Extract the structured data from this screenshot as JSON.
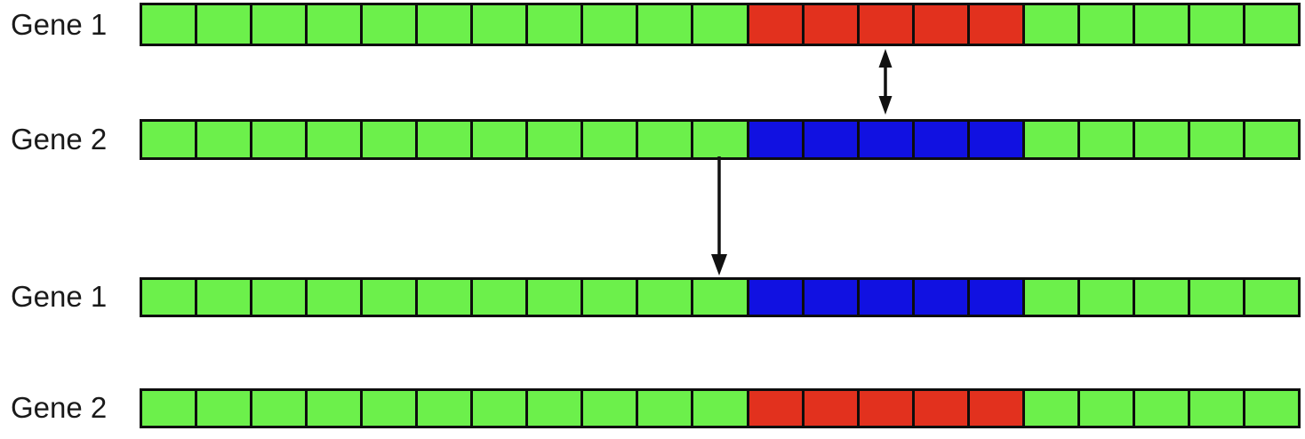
{
  "colors": {
    "green": "#6CF04B",
    "red": "#E2311E",
    "blue": "#1111E1",
    "border": "#0d0d0d",
    "arrow": "#111111"
  },
  "rows": [
    {
      "label": "Gene 1",
      "total_squares": 21,
      "base_color": "green",
      "highlight_color": "red",
      "highlight_start": 12,
      "highlight_count": 5
    },
    {
      "label": "Gene 2",
      "total_squares": 21,
      "base_color": "green",
      "highlight_color": "blue",
      "highlight_start": 12,
      "highlight_count": 5
    },
    {
      "label": "Gene 1",
      "total_squares": 21,
      "base_color": "green",
      "highlight_color": "blue",
      "highlight_start": 12,
      "highlight_count": 5
    },
    {
      "label": "Gene 2",
      "total_squares": 21,
      "base_color": "green",
      "highlight_color": "red",
      "highlight_start": 12,
      "highlight_count": 5
    }
  ],
  "arrows": [
    {
      "name": "exchange-double-arrow",
      "direction": "vertical-bidirectional",
      "between": [
        "Gene 1 (top)",
        "Gene 2 (top)"
      ]
    },
    {
      "name": "transfer-down-arrow",
      "direction": "down",
      "between": [
        "Gene 2 (top)",
        "Gene 1 (bottom)"
      ]
    }
  ]
}
